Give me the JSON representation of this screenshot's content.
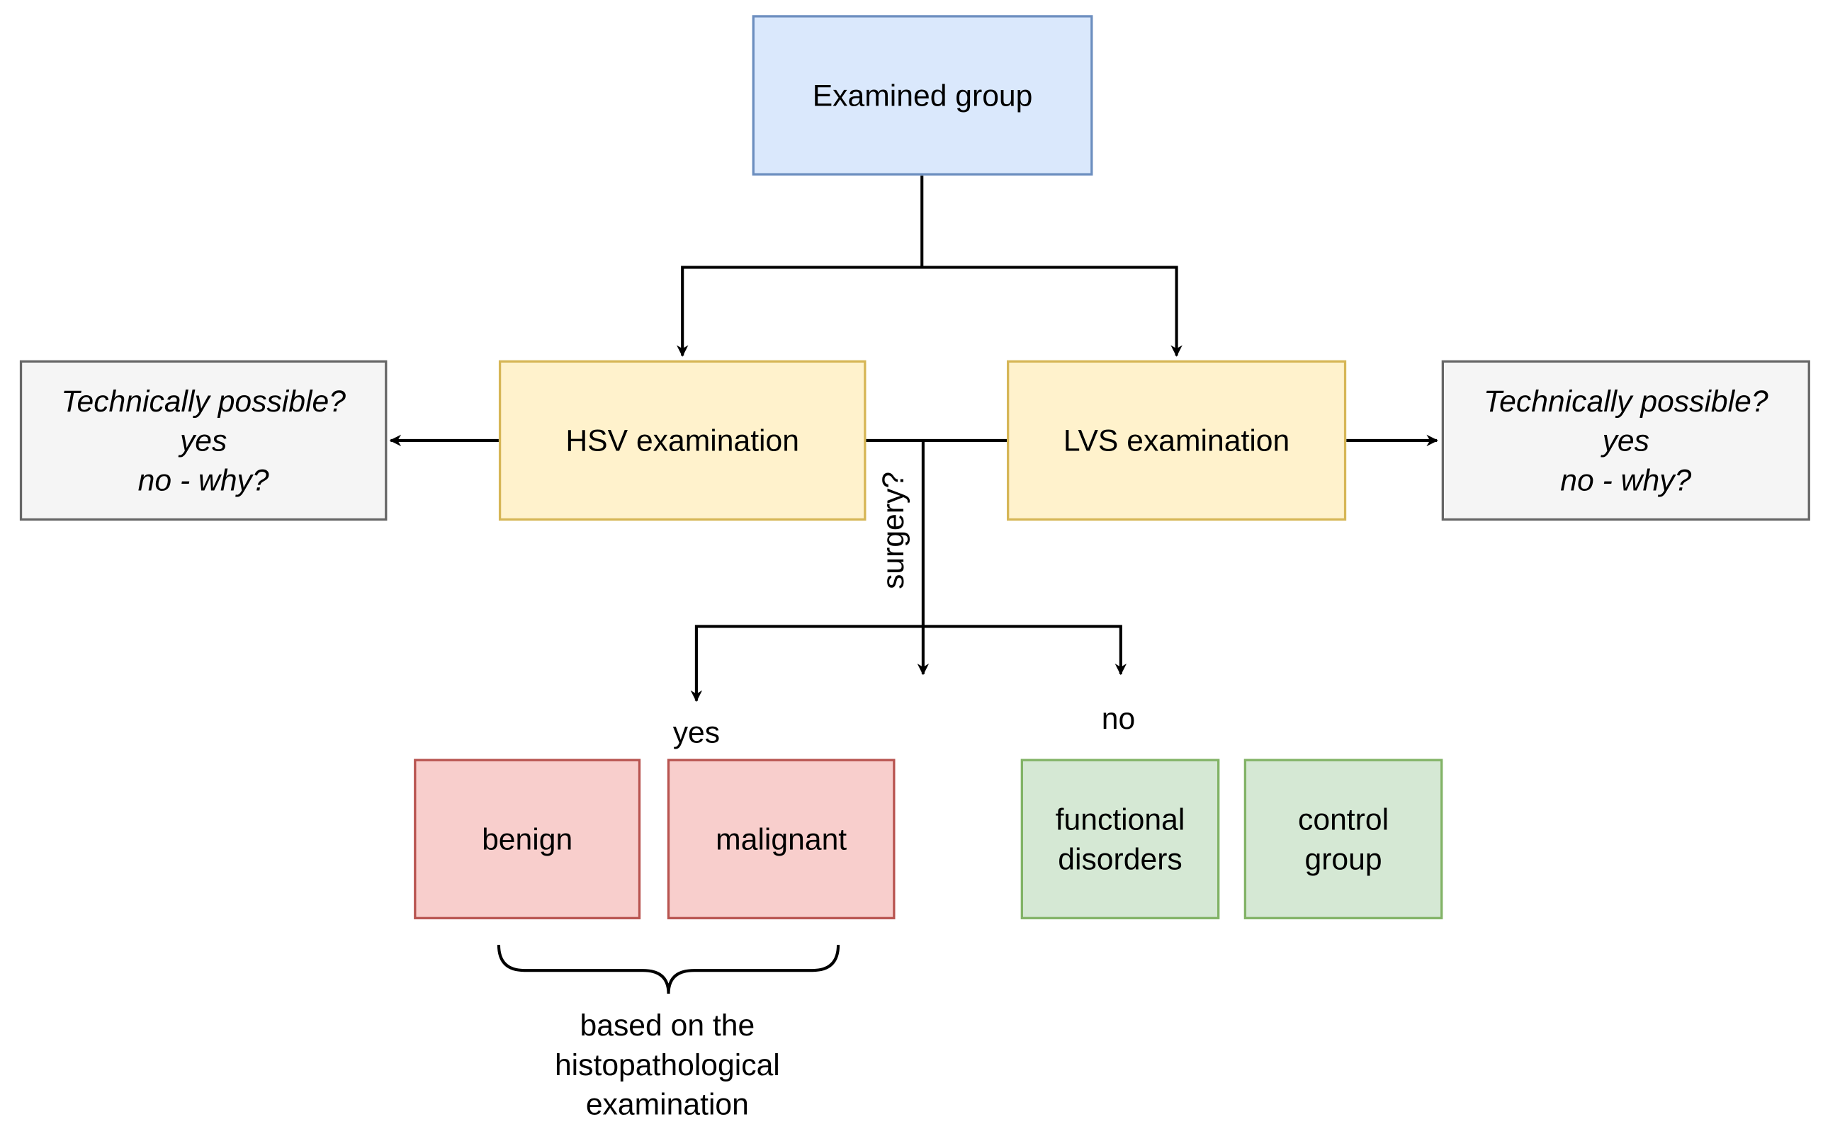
{
  "diagram": {
    "nodes": {
      "examined_group": "Examined group",
      "hsv_examination": "HSV examination",
      "lvs_examination": "LVS examination",
      "tech_possible_left": "Technically possible?\nyes\nno - why?",
      "tech_possible_right": "Technically possible?\nyes\nno - why?",
      "benign": "benign",
      "malignant": "malignant",
      "functional_disorders": "functional\ndisorders",
      "control_group": "control\ngroup"
    },
    "labels": {
      "surgery": "surgery?",
      "yes": "yes",
      "no": "no",
      "histopathological_note": "based on the\nhistopathological\nexamination"
    },
    "colors": {
      "blue_fill": "#dae8fc",
      "blue_stroke": "#6c8ebf",
      "yellow_fill": "#fff2cc",
      "yellow_stroke": "#d6b656",
      "gray_fill": "#f5f5f5",
      "gray_stroke": "#666666",
      "red_fill": "#f8cecc",
      "red_stroke": "#b85450",
      "green_fill": "#d5e8d4",
      "green_stroke": "#82b366",
      "line": "#000000"
    }
  }
}
